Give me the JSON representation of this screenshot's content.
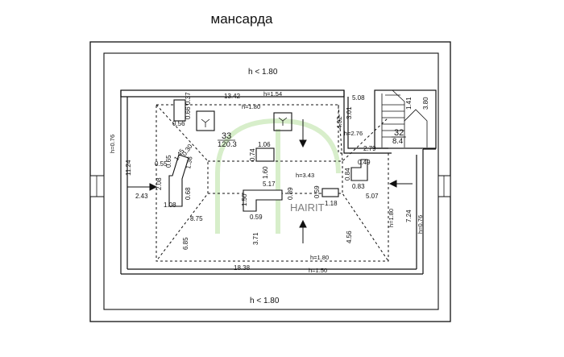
{
  "title": "мансарда",
  "labels": {
    "h_top": "h < 1.80",
    "h_bottom": "h < 1.80",
    "h_left": "h=0.76",
    "h_right": "h=0.76",
    "h180_top": "h=1.80",
    "h154": "h=1.54",
    "h276": "h=2.76",
    "h343": "h=3.43",
    "h180_right": "h=1.80",
    "h180_bottom": "h=1.80",
    "h150": "h=1.50"
  },
  "dimensions": {
    "d1342": "13.42",
    "d508": "5.08",
    "d141": "1.41",
    "d380": "3.80",
    "d1124": "11.24",
    "d243": "2.43",
    "d1838": "18.38",
    "d875": "8.75",
    "d685": "6.85",
    "d371": "3.71",
    "d456": "4.56",
    "d507": "5.07",
    "d724": "7.24",
    "d402": "4.02",
    "d301": "3.01",
    "d279": "2.79",
    "d056": "0.56",
    "d066": "0.66",
    "d037": "0.37",
    "d106": "1.06",
    "d074": "0.74",
    "d160": "1.60",
    "d055": "0.55",
    "d065": "0.65",
    "d145": "1.45",
    "d136": "1.36",
    "d030": "0.30",
    "d208": "2.08",
    "d068": "0.68",
    "d108": "1.08",
    "d150": "1.50",
    "d059": "0.59",
    "d517": "5.17",
    "d089": "0.89",
    "d059b": "0.59",
    "d118": "1.18",
    "d049": "0.49",
    "d083": "0.83",
    "d084": "0.84"
  },
  "rooms": {
    "r33_num": "33",
    "r33_area": "120.3",
    "r32_num": "32",
    "r32_area": "8.4"
  },
  "watermark": "HAIRIT"
}
